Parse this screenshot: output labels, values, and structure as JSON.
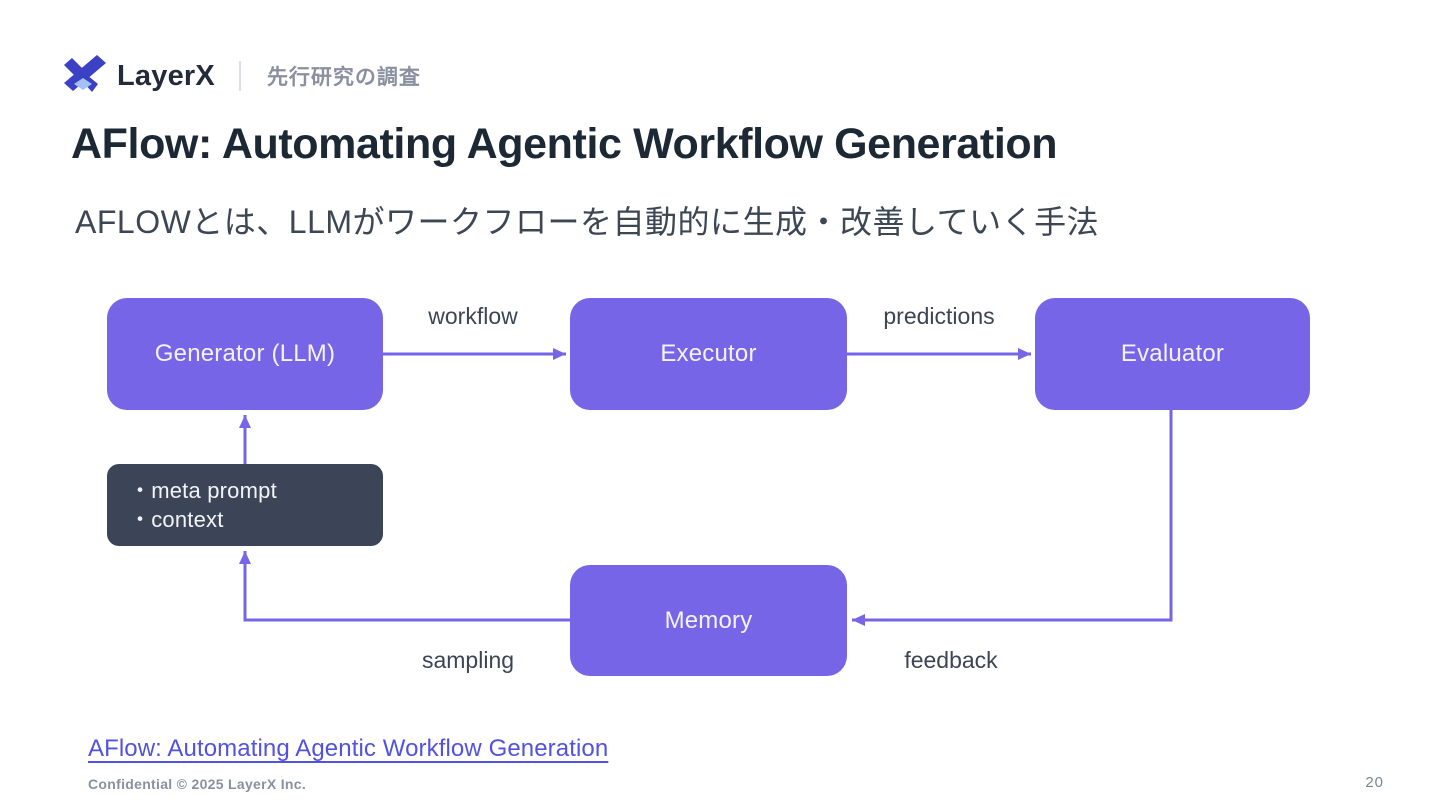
{
  "header": {
    "logo_text": "LayerX",
    "section_label": "先行研究の調査"
  },
  "slide": {
    "title": "AFlow: Automating Agentic Workflow Generation",
    "subtitle": "AFLOWとは、LLMがワークフローを自動的に生成・改善していく手法"
  },
  "diagram": {
    "nodes": {
      "generator": "Generator (LLM)",
      "executor": "Executor",
      "evaluator": "Evaluator",
      "memory": "Memory",
      "meta": {
        "line1": "・meta prompt",
        "line2": "・context"
      }
    },
    "edge_labels": {
      "workflow": "workflow",
      "predictions": "predictions",
      "sampling": "sampling",
      "feedback": "feedback"
    }
  },
  "footer": {
    "link": "AFlow: Automating Agentic Workflow Generation",
    "confidential": "Confidential © 2025 LayerX Inc.",
    "page_number": "20"
  },
  "theme": {
    "accent": "#7765E8",
    "dark_node": "#3C4558",
    "title_color": "#1C2834",
    "subtitle_color": "#3D4754",
    "label_color": "#3C4554",
    "link_color": "#5352E0",
    "muted": "#8A90A0",
    "logo_indigo": "#3A41C4",
    "logo_light": "#A5C1F3"
  }
}
